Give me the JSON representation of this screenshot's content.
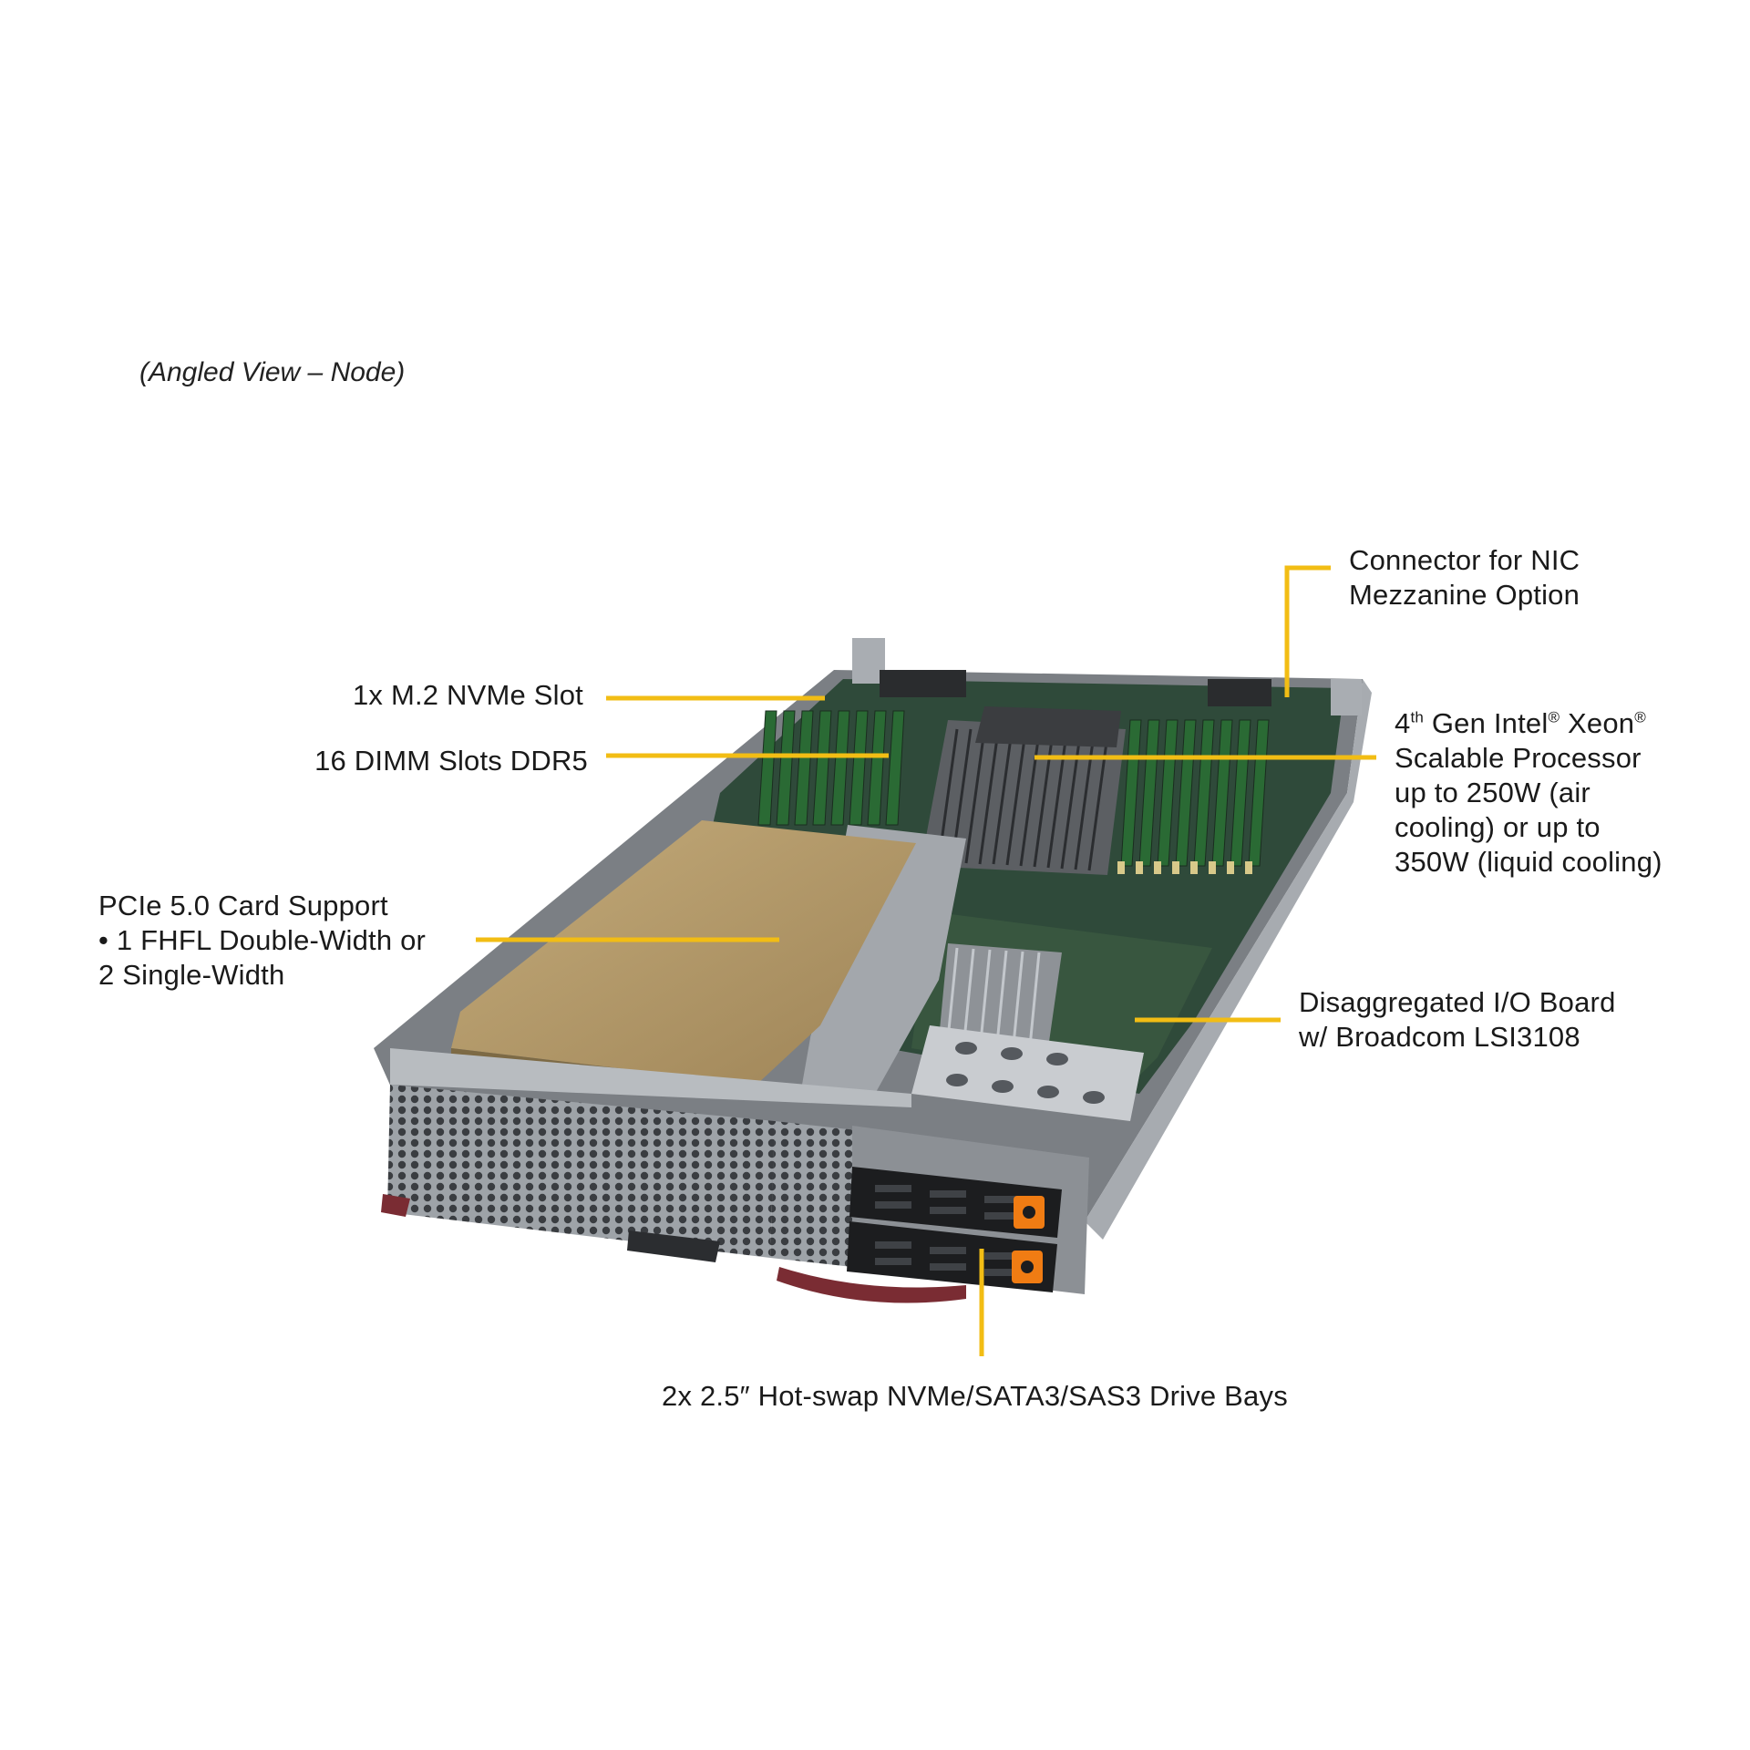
{
  "title": "(Angled View – Node)",
  "callouts": {
    "nic": {
      "line1": "Connector for NIC",
      "line2": "Mezzanine  Option"
    },
    "m2": {
      "text": "1x M.2 NVMe Slot"
    },
    "dimm": {
      "text": "16 DIMM Slots DDR5"
    },
    "cpu": {
      "line1_a": "4",
      "line1_sup1": "th",
      "line1_b": " Gen Intel",
      "line1_sup2": "®",
      "line1_c": "  Xeon",
      "line1_sup3": "®",
      "line2": "Scalable Processor",
      "line3": "up to 250W (air",
      "line4": "cooling) or up to",
      "line5": "350W (liquid cooling)"
    },
    "pcie": {
      "line1": "PCIe 5.0 Card Support",
      "line2": "•   1 FHFL Double-Width or",
      "line3": "2 Single-Width"
    },
    "io": {
      "line1": "Disaggregated I/O  Board",
      "line2": "w/ Broadcom LSI3108"
    },
    "drives": {
      "text": "2x 2.5″ Hot-swap NVMe/SATA3/SAS3 Drive Bays"
    }
  },
  "colors": {
    "leader": "#f2bd14",
    "pcb": "#2f4a3a",
    "chassis": "#8d9196",
    "gpu": "#b59a66",
    "drive_latch": "#f07c13"
  }
}
